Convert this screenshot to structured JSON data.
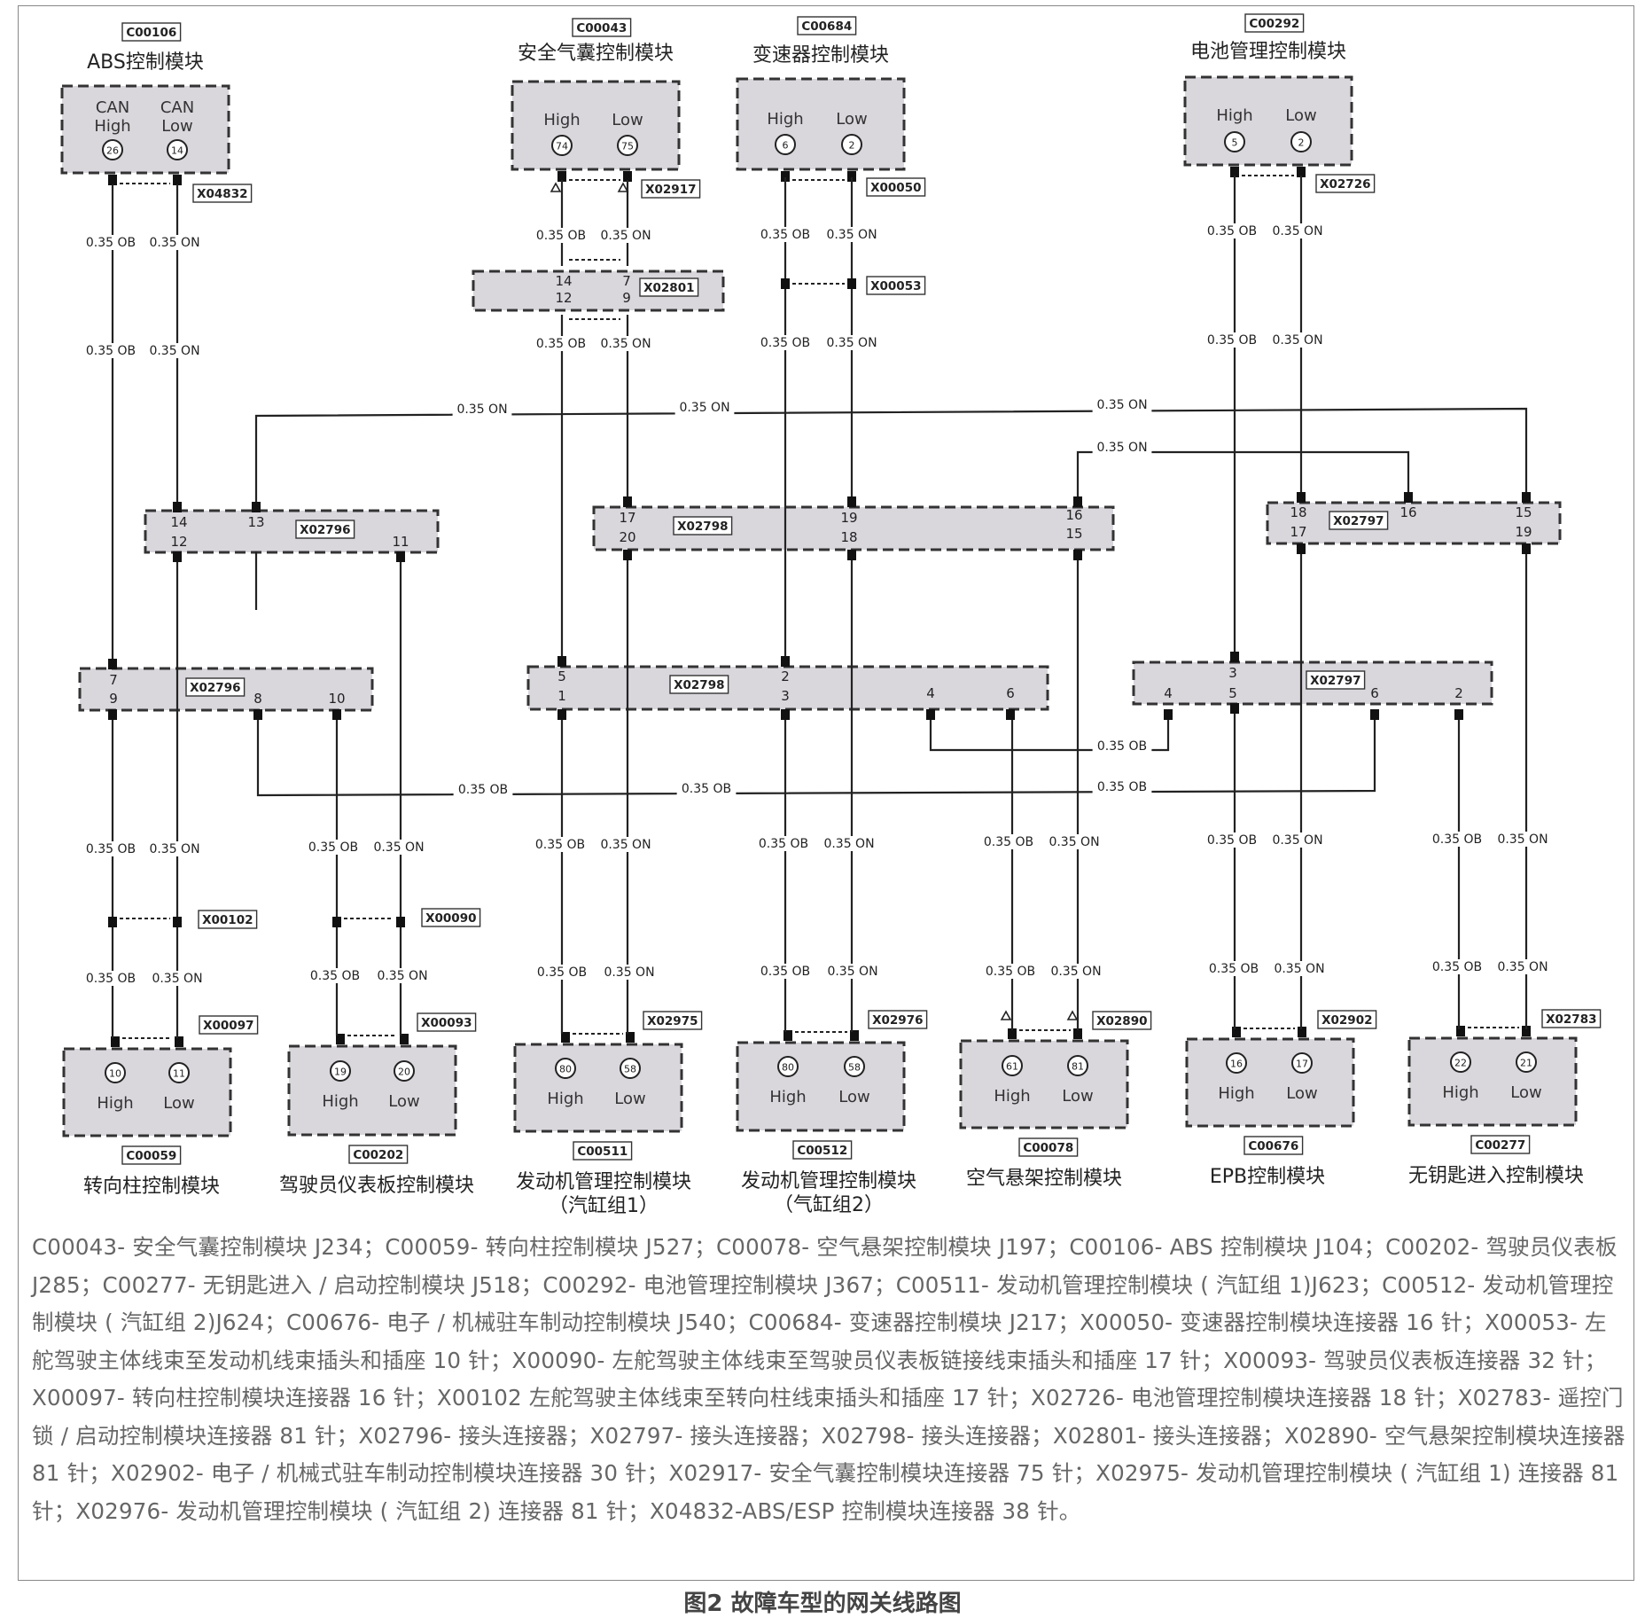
{
  "modules": [
    {
      "code": "C00106",
      "name": "ABS控制模块",
      "pins": [
        {
          "label": [
            "CAN",
            "High"
          ],
          "num": "26"
        },
        {
          "label": [
            "CAN",
            "Low"
          ],
          "num": "14"
        }
      ],
      "connector": "X04832"
    },
    {
      "code": "C00043",
      "name": "安全气囊控制模块",
      "pins": [
        {
          "label": [
            "High"
          ],
          "num": "74"
        },
        {
          "label": [
            "Low"
          ],
          "num": "75"
        }
      ],
      "connector": "X02917"
    },
    {
      "code": "C00684",
      "name": "变速器控制模块",
      "pins": [
        {
          "label": [
            "High"
          ],
          "num": "6"
        },
        {
          "label": [
            "Low"
          ],
          "num": "2"
        }
      ],
      "connector": "X00050"
    },
    {
      "code": "C00292",
      "name": "电池管理控制模块",
      "pins": [
        {
          "label": [
            "High"
          ],
          "num": "5"
        },
        {
          "label": [
            "Low"
          ],
          "num": "2"
        }
      ],
      "connector": "X02726"
    },
    {
      "code": "C00059",
      "name": "转向柱控制模块",
      "pins": [
        {
          "label": [
            "High"
          ],
          "num": "10"
        },
        {
          "label": [
            "Low"
          ],
          "num": "11"
        }
      ],
      "connector": "X00097"
    },
    {
      "code": "C00202",
      "name": "驾驶员仪表板控制模块",
      "pins": [
        {
          "label": [
            "High"
          ],
          "num": "19"
        },
        {
          "label": [
            "Low"
          ],
          "num": "20"
        }
      ],
      "connector": "X00093"
    },
    {
      "code": "C00511",
      "name": "发动机管理控制模块",
      "name2": "（汽缸组1）",
      "pins": [
        {
          "label": [
            "High"
          ],
          "num": "80"
        },
        {
          "label": [
            "Low"
          ],
          "num": "58"
        }
      ],
      "connector": "X02975"
    },
    {
      "code": "C00512",
      "name": "发动机管理控制模块",
      "name2": "（气缸组2）",
      "pins": [
        {
          "label": [
            "High"
          ],
          "num": "80"
        },
        {
          "label": [
            "Low"
          ],
          "num": "58"
        }
      ],
      "connector": "X02976"
    },
    {
      "code": "C00078",
      "name": "空气悬架控制模块",
      "pins": [
        {
          "label": [
            "High"
          ],
          "num": "61"
        },
        {
          "label": [
            "Low"
          ],
          "num": "81"
        }
      ],
      "connector": "X02890"
    },
    {
      "code": "C00676",
      "name": "EPB控制模块",
      "pins": [
        {
          "label": [
            "High"
          ],
          "num": "16"
        },
        {
          "label": [
            "Low"
          ],
          "num": "17"
        }
      ],
      "connector": "X02902"
    },
    {
      "code": "C00277",
      "name": "无钥匙进入控制模块",
      "pins": [
        {
          "label": [
            "High"
          ],
          "num": "22"
        },
        {
          "label": [
            "Low"
          ],
          "num": "21"
        }
      ],
      "connector": "X02783"
    }
  ],
  "junctions": [
    {
      "label": "X02801",
      "pins": [
        "14",
        "12",
        "7",
        "9"
      ]
    },
    {
      "label": "X02796",
      "pins": [
        "14",
        "12",
        "13",
        "11"
      ]
    },
    {
      "label": "X02798",
      "pins": [
        "17",
        "20",
        "19",
        "18",
        "16",
        "15"
      ]
    },
    {
      "label": "X02797",
      "pins": [
        "18",
        "17",
        "16",
        "15",
        "19"
      ]
    },
    {
      "label": "X02796",
      "pins": [
        "7",
        "9",
        "8",
        "10"
      ]
    },
    {
      "label": "X02798",
      "pins": [
        "5",
        "1",
        "2",
        "3",
        "4",
        "6"
      ]
    },
    {
      "label": "X02797",
      "pins": [
        "3",
        "4",
        "5",
        "6",
        "2"
      ]
    }
  ],
  "inline_connectors": [
    "X00053",
    "X00102",
    "X00090"
  ],
  "wires": {
    "ob": "0.35 OB",
    "on": "0.35 ON"
  },
  "legend_text": "C00043- 安全气囊控制模块 J234；C00059- 转向柱控制模块 J527；C00078- 空气悬架控制模块 J197；C00106- ABS 控制模块 J104；C00202- 驾驶员仪表板 J285；C00277- 无钥匙进入 / 启动控制模块 J518；C00292- 电池管理控制模块 J367；C00511- 发动机管理控制模块 ( 汽缸组 1)J623；C00512- 发动机管理控制模块 ( 汽缸组 2)J624；C00676- 电子 / 机械驻车制动控制模块 J540；C00684- 变速器控制模块 J217；X00050- 变速器控制模块连接器 16 针；X00053- 左舵驾驶主体线束至发动机线束插头和插座 10 针；X00090- 左舵驾驶主体线束至驾驶员仪表板链接线束插头和插座 17 针；X00093- 驾驶员仪表板连接器 32 针；X00097- 转向柱控制模块连接器 16 针；X00102 左舵驾驶主体线束至转向柱线束插头和插座 17 针；X02726- 电池管理控制模块连接器 18 针；X02783- 遥控门锁 / 启动控制模块连接器 81 针；X02796- 接头连接器；X02797- 接头连接器；X02798- 接头连接器；X02801- 接头连接器；X02890- 空气悬架控制模块连接器 81 针；X02902- 电子 / 机械式驻车制动控制模块连接器 30 针；X02917- 安全气囊控制模块连接器 75 针；X02975- 发动机管理控制模块 ( 汽缸组 1) 连接器 81 针；X02976- 发动机管理控制模块 ( 汽缸组 2) 连接器 81 针；X04832-ABS/ESP 控制模块连接器 38 针。",
  "caption": "图2 故障车型的网关线路图"
}
